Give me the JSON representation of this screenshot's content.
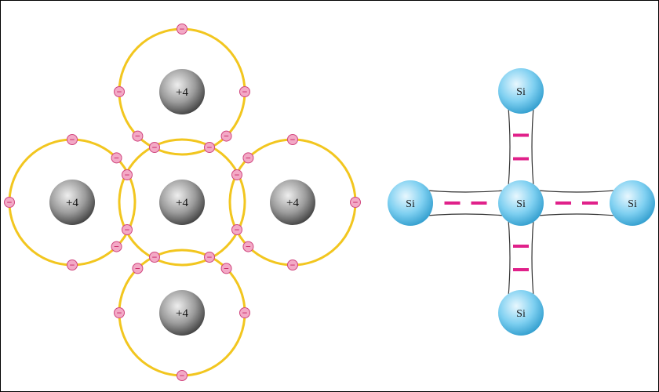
{
  "colors": {
    "orbit": "#f2c61f",
    "electron_fill": "#f3a9c6",
    "electron_stroke": "#d0457e",
    "electron_minus": "#c2185b",
    "nucleus_gradient": [
      "#eeeeee",
      "#9c9c9c",
      "#3c3c3c"
    ],
    "si_gradient": [
      "#e8f7fe",
      "#7fd0f1",
      "#2d9bcc"
    ],
    "bond_line": "#333333",
    "bond_dash": "#e0218a"
  },
  "left_diagram": {
    "atoms": [
      {
        "id": "top",
        "nucleus_label": "+4"
      },
      {
        "id": "left",
        "nucleus_label": "+4"
      },
      {
        "id": "center",
        "nucleus_label": "+4"
      },
      {
        "id": "right",
        "nucleus_label": "+4"
      },
      {
        "id": "bottom",
        "nucleus_label": "+4"
      }
    ],
    "electron_symbol": "−",
    "valence_electrons_per_atom": 4
  },
  "right_diagram": {
    "atoms": [
      {
        "id": "top",
        "label": "Si"
      },
      {
        "id": "left",
        "label": "Si"
      },
      {
        "id": "center",
        "label": "Si"
      },
      {
        "id": "right",
        "label": "Si"
      },
      {
        "id": "bottom",
        "label": "Si"
      }
    ],
    "bonds": [
      {
        "from": "center",
        "to": "top",
        "shared_electrons": 2
      },
      {
        "from": "center",
        "to": "left",
        "shared_electrons": 2
      },
      {
        "from": "center",
        "to": "right",
        "shared_electrons": 2
      },
      {
        "from": "center",
        "to": "bottom",
        "shared_electrons": 2
      }
    ]
  }
}
